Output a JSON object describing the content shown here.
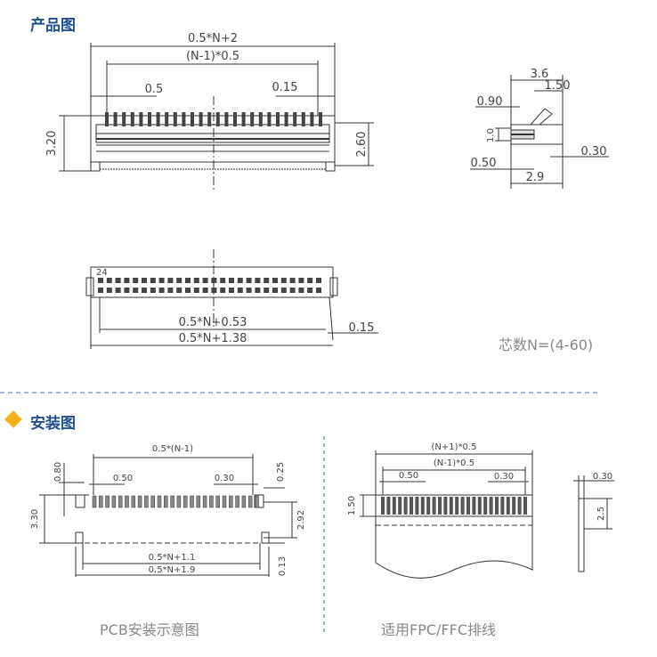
{
  "sections": {
    "product_title": "产品图",
    "install_title": "安装图"
  },
  "captions": {
    "pins_note": "芯数N=(4-60)",
    "pcb": "PCB安装示意图",
    "ffc": "适用FPC/FFC排线"
  },
  "top_view": {
    "overall": "0.5*N+2",
    "pitch_span": "(N-1)*0.5",
    "pitch": "0.5",
    "pin_width": "0.15",
    "height_left": "3.20",
    "height_right": "2.60"
  },
  "side_view": {
    "depth": "3.6",
    "upper": "1.50",
    "left": "0.90",
    "small": "1.0",
    "bottom": "0.50",
    "right_gap": "0.30",
    "base": "2.9"
  },
  "bottom_view": {
    "pin_label": "24",
    "span1": "0.5*N+0.53",
    "span2": "0.5*N+1.38",
    "tail": "0.15"
  },
  "pcb": {
    "pitch_span": "0.5*(N-1)",
    "pad_pitch": "0.50",
    "pad_width": "0.30",
    "top_margin": "0.80",
    "right_top": "0.25",
    "height_left": "3.30",
    "height_right": "2.92",
    "bottom_right": "0.13",
    "span1": "0.5*N+1.1",
    "span2": "0.5*N+1.9"
  },
  "ffc": {
    "overall": "(N+1)*0.5",
    "pitch_span": "(N-1)*0.5",
    "pitch": "0.50",
    "width": "0.30",
    "height": "1.50",
    "side_thick": "0.30",
    "side_len": "2.5"
  },
  "colors": {
    "title": "#1f4f8f",
    "accent": "#f2b01e",
    "separator": "#3b6fb5"
  }
}
